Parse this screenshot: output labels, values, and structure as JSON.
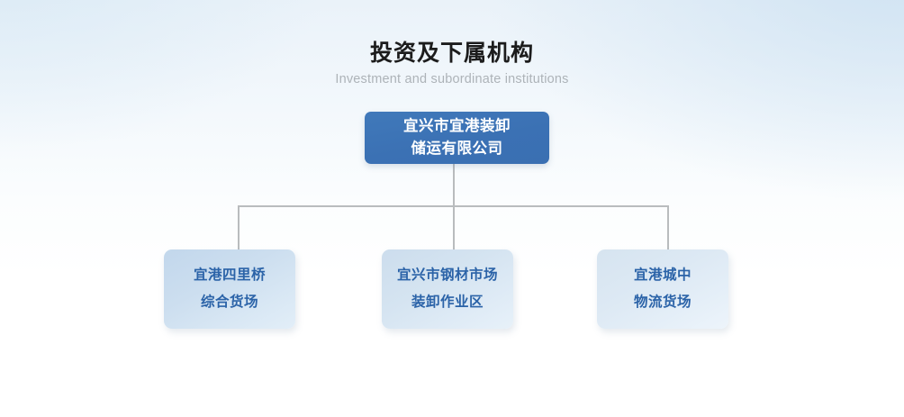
{
  "heading": {
    "title": "投资及下属机构",
    "subtitle": "Investment and subordinate institutions"
  },
  "colors": {
    "root_fill": "#3b71b4",
    "root_text": "#ffffff",
    "child_text": "#2b63a8",
    "connector": "#b9bcbe",
    "title_text": "#1c1c1c",
    "subtitle_text": "#adb3b8",
    "background_top": "#e4eef6",
    "background_bottom": "#ffffff"
  },
  "chart_data": {
    "type": "diagram",
    "title": "投资及下属机构",
    "subtitle": "Investment and subordinate institutions",
    "layout": "org-chart-top-down",
    "root": {
      "id": "root",
      "label": "宜兴市宜港装卸\n储运有限公司",
      "line1": "宜兴市宜港装卸",
      "line2": "储运有限公司"
    },
    "children": [
      {
        "id": "child-1",
        "label": "宜港四里桥\n综合货场",
        "line1": "宜港四里桥",
        "line2": "综合货场"
      },
      {
        "id": "child-2",
        "label": "宜兴市钢材市场\n装卸作业区",
        "line1": "宜兴市钢材市场",
        "line2": "装卸作业区"
      },
      {
        "id": "child-3",
        "label": "宜港城中\n物流货场",
        "line1": "宜港城中",
        "line2": "物流货场"
      }
    ]
  }
}
